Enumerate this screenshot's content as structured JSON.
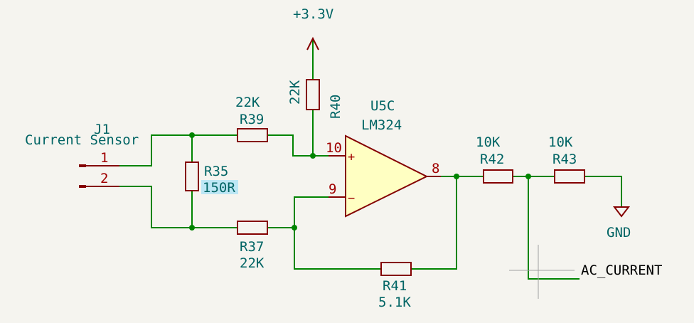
{
  "power": {
    "vcc_label": "+3.3V",
    "gnd_label": "GND"
  },
  "connector": {
    "ref": "J1",
    "value": "Current Sensor",
    "pin1": "1",
    "pin2": "2"
  },
  "resistors": {
    "r35": {
      "ref": "R35",
      "value": "150R"
    },
    "r37": {
      "ref": "R37",
      "value": "22K"
    },
    "r39": {
      "ref": "R39",
      "value": "22K"
    },
    "r40": {
      "ref": "R40",
      "value": "22K"
    },
    "r41": {
      "ref": "R41",
      "value": "5.1K"
    },
    "r42": {
      "ref": "R42",
      "value": "10K"
    },
    "r43": {
      "ref": "R43",
      "value": "10K"
    }
  },
  "opamp": {
    "ref": "U5C",
    "value": "LM324",
    "pin_plus": "10",
    "pin_minus": "9",
    "pin_out": "8",
    "plus_sign": "+",
    "minus_sign": "−"
  },
  "net": {
    "label": "AC_CURRENT"
  },
  "colors": {
    "background": "#f5f4ef",
    "wire": "#008400",
    "component": "#840000",
    "opamp_fill": "#ffffc2",
    "text": "#006464",
    "pin_number": "#a00000",
    "highlight": "#bde7f5"
  }
}
